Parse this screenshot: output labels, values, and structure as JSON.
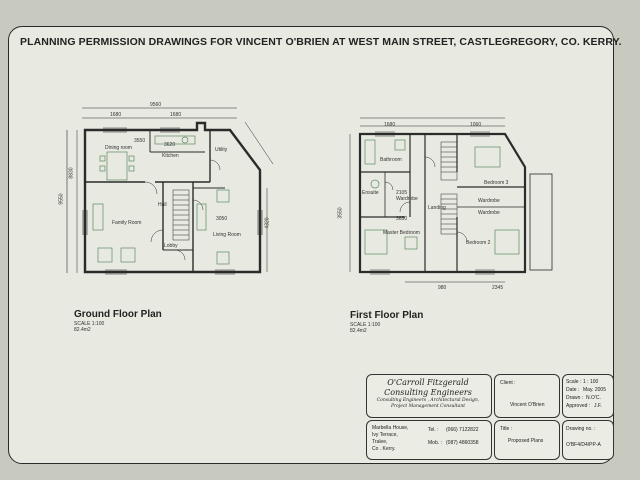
{
  "title": "PLANNING PERMISSION DRAWINGS FOR VINCENT O'BRIEN AT WEST MAIN STREET, CASTLEGREGORY, CO. KERRY.",
  "ground_floor": {
    "title": "Ground Floor Plan",
    "scale": "SCALE 1:100",
    "area": "82.4m2",
    "rooms": {
      "dining": "Dining room",
      "kitchen": "Kitchen",
      "utility": "Utility",
      "family": "Family Room",
      "hall": "Hall",
      "lobby": "Lobby",
      "living": "Living Room"
    },
    "dims": {
      "overall_width": "9560",
      "overall_depth": "9550",
      "left_depth": "8830",
      "right_depth": "4320",
      "top_a": "1680",
      "top_b": "1680",
      "dining_h": "3550",
      "kitchen_h": "3620",
      "living_h": "3050"
    }
  },
  "first_floor": {
    "title": "First Floor Plan",
    "scale": "SCALE 1:100",
    "area": "82.4m2",
    "rooms": {
      "bathroom": "Bathroom",
      "bedroom3": "Bedroom 3",
      "wardrobe_a": "Wardrobe",
      "wardrobe_b": "Wardrobe",
      "wardrobe_c": "Wardrobe",
      "landing": "Landing",
      "master": "Master Bedroom",
      "bedroom2": "Bedroom 2",
      "ensuite": "Ensuite"
    },
    "dims": {
      "top_a": "1680",
      "top_b": "1060",
      "wd_a": "2105",
      "wd_b": "3650",
      "bottom_a": "980",
      "bottom_b": "2345",
      "side": "3550"
    }
  },
  "title_block": {
    "firm_name_1": "O'Carroll Fitzgerald",
    "firm_name_2": "Consulting Engineers",
    "firm_sub_1": "Consulting Engineers , Architectural Design,",
    "firm_sub_2": "Project Management Consultant",
    "address": [
      "Marbella House,",
      "Ivy Terrace,",
      "Tralee,",
      "Co . Kerry."
    ],
    "tel_label": "Tel. :",
    "tel": "(066) 7122822",
    "mob_label": "Mob. :",
    "mob": "(087) 4860358",
    "client_label": "Client :",
    "client": "Vincent O'Brien",
    "title_label": "Title :",
    "drawing_title": "Proposed Plans",
    "scale_label": "Scale :",
    "scale": "1 : 100",
    "date_label": "Date :",
    "date": "May. 2005",
    "drawn_label": "Drawn :",
    "drawn": "N.O'C.",
    "approved_label": "Approved :",
    "approved": "J.F.",
    "drawing_no_label": "Drawing no. :",
    "drawing_no": "O'BF4/D4/PP-A"
  }
}
